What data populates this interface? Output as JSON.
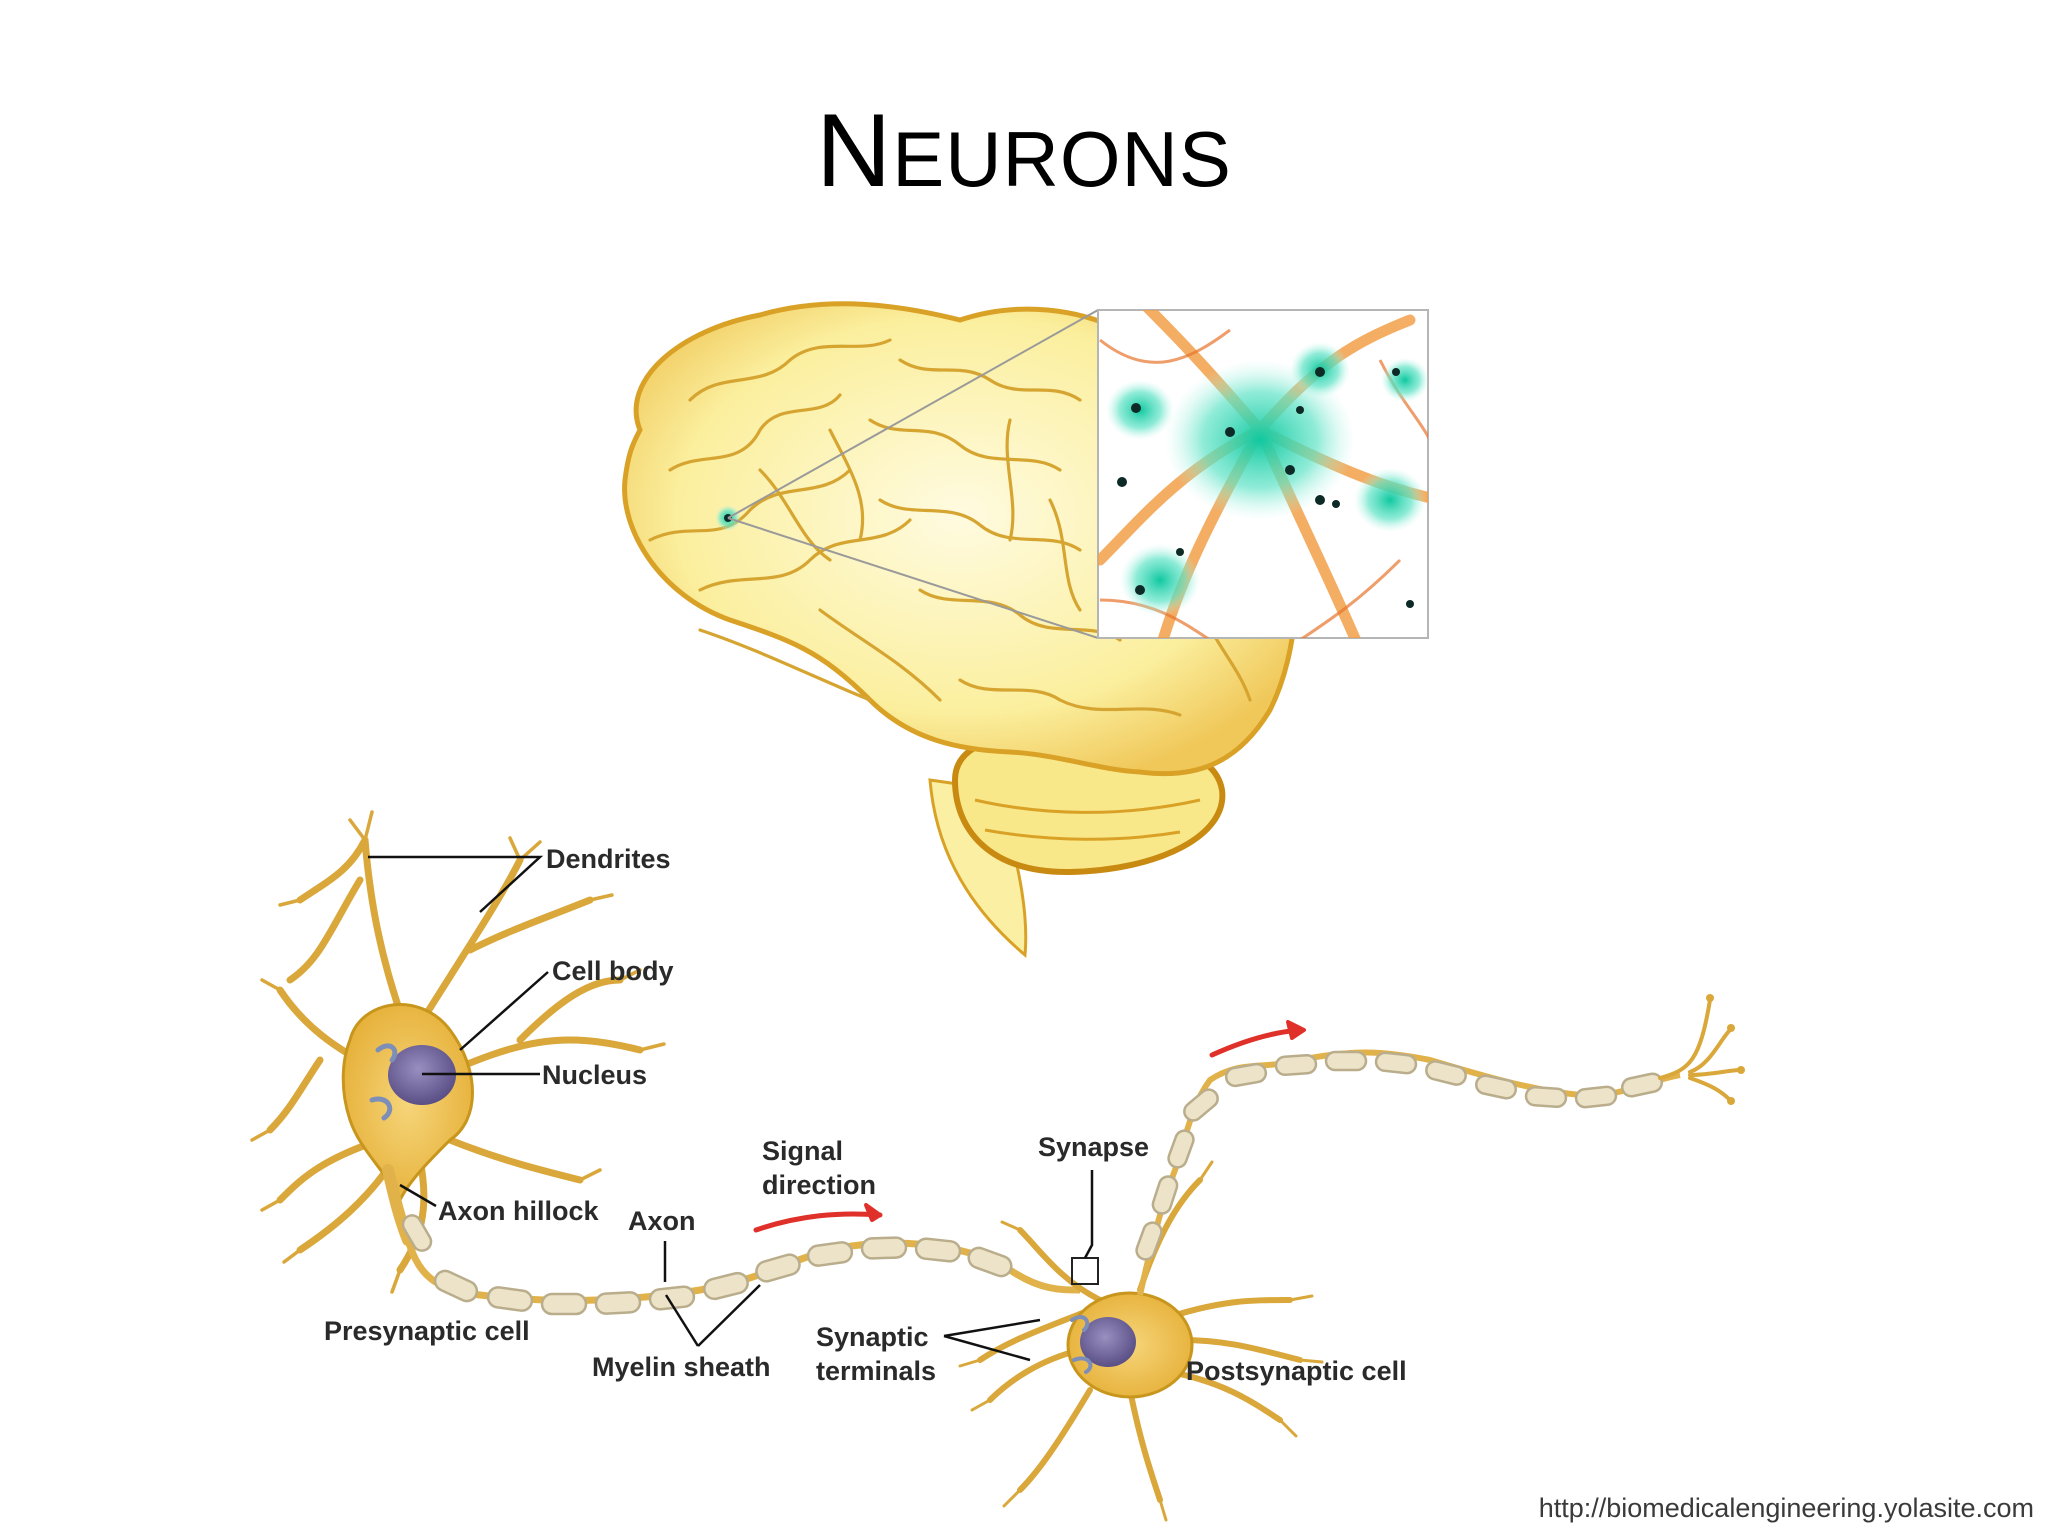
{
  "slide": {
    "title_first": "N",
    "title_rest": "EURONS",
    "source_url": "http://biomedicalengineering.yolasite.com"
  },
  "labels": {
    "dendrites": "Dendrites",
    "cell_body": "Cell body",
    "nucleus": "Nucleus",
    "axon_hillock": "Axon hillock",
    "axon": "Axon",
    "signal_direction_1": "Signal",
    "signal_direction_2": "direction",
    "synapse": "Synapse",
    "presynaptic_cell": "Presynaptic cell",
    "myelin_sheath": "Myelin sheath",
    "synaptic_terminals_1": "Synaptic",
    "synaptic_terminals_2": "terminals",
    "postsynaptic_cell": "Postsynaptic cell"
  },
  "colors": {
    "brain_fill": "#fbf2a8",
    "brain_outline": "#d9a227",
    "neuron_fill": "#f3c54a",
    "neuron_outline": "#c8961d",
    "myelin": "#ece3c8",
    "teal_cell": "#26d3b0",
    "arrow_red": "#e0302a"
  }
}
